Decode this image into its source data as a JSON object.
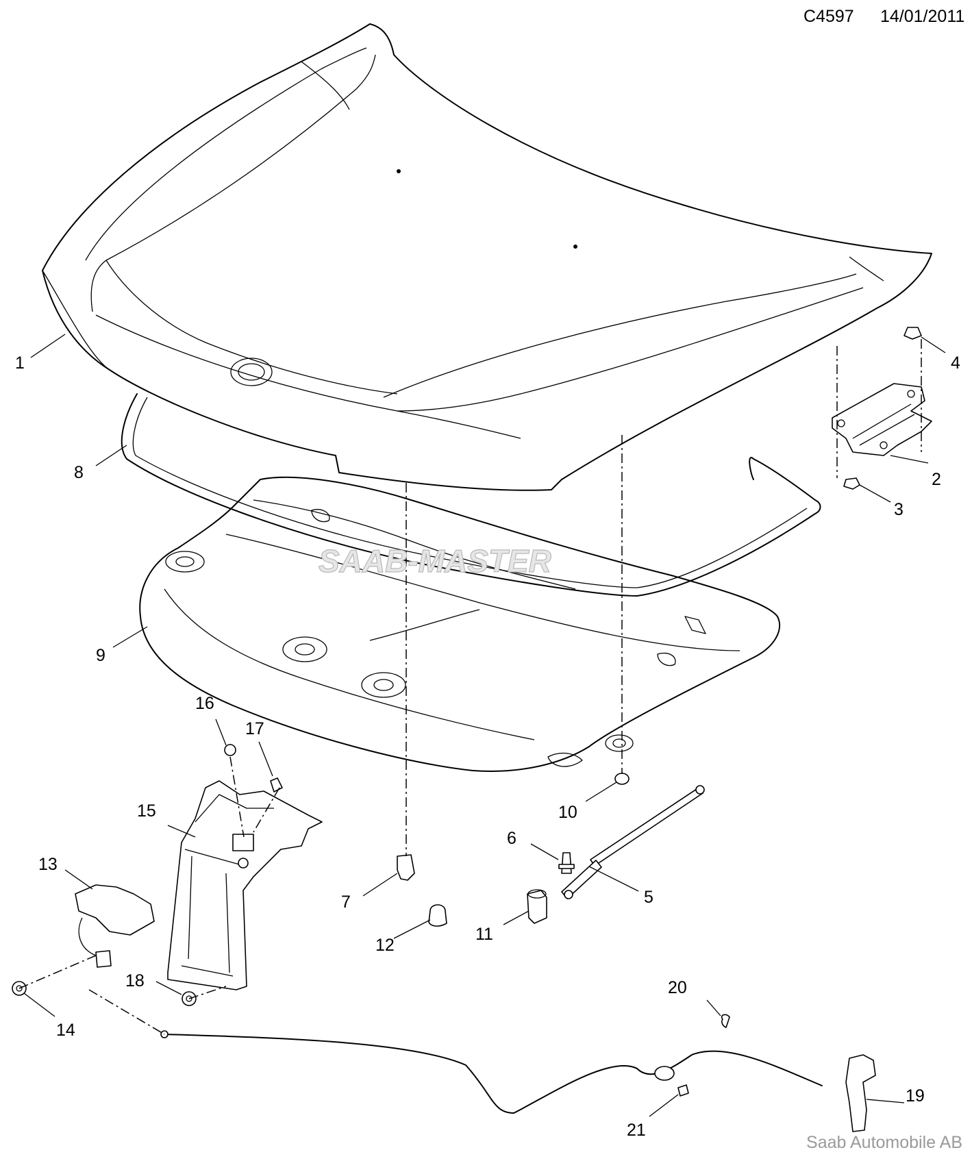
{
  "header": {
    "drawing_id": "C4597",
    "date": "14/01/2011"
  },
  "watermark": "SAAB-MASTER",
  "footer": "Saab Automobile AB",
  "callouts": [
    "1",
    "2",
    "3",
    "4",
    "5",
    "6",
    "7",
    "8",
    "9",
    "10",
    "11",
    "12",
    "13",
    "14",
    "15",
    "16",
    "17",
    "18",
    "19",
    "20",
    "21"
  ]
}
